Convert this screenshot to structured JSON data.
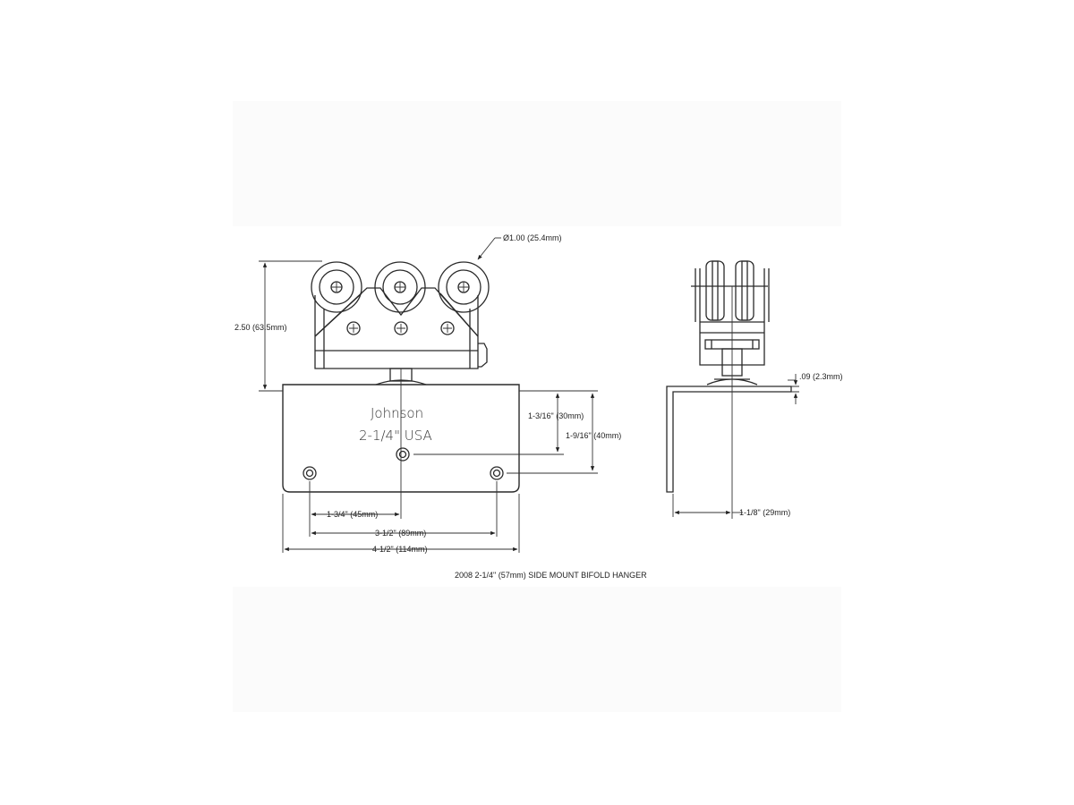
{
  "drawing": {
    "caption": "2008 2-1/4\" (57mm) SIDE MOUNT BIFOLD HANGER",
    "plate_brand": "Johnson",
    "plate_size": "2-1/4\"  USA",
    "dimensions": {
      "wheel_diameter": "Ø1.00 (25.4mm)",
      "overall_height": "2.50 (63.5mm)",
      "hole_top_offset": "1-3/16\" (30mm)",
      "hole_row_offset": "1-9/16\" (40mm)",
      "half_hole_spacing": "1-3/4\" (45mm)",
      "hole_spacing": "3-1/2\" (89mm)",
      "plate_width": "4-1/2\" (114mm)",
      "plate_thickness": ".09 (2.3mm)",
      "side_offset": "1-1/8\" (29mm)"
    }
  }
}
